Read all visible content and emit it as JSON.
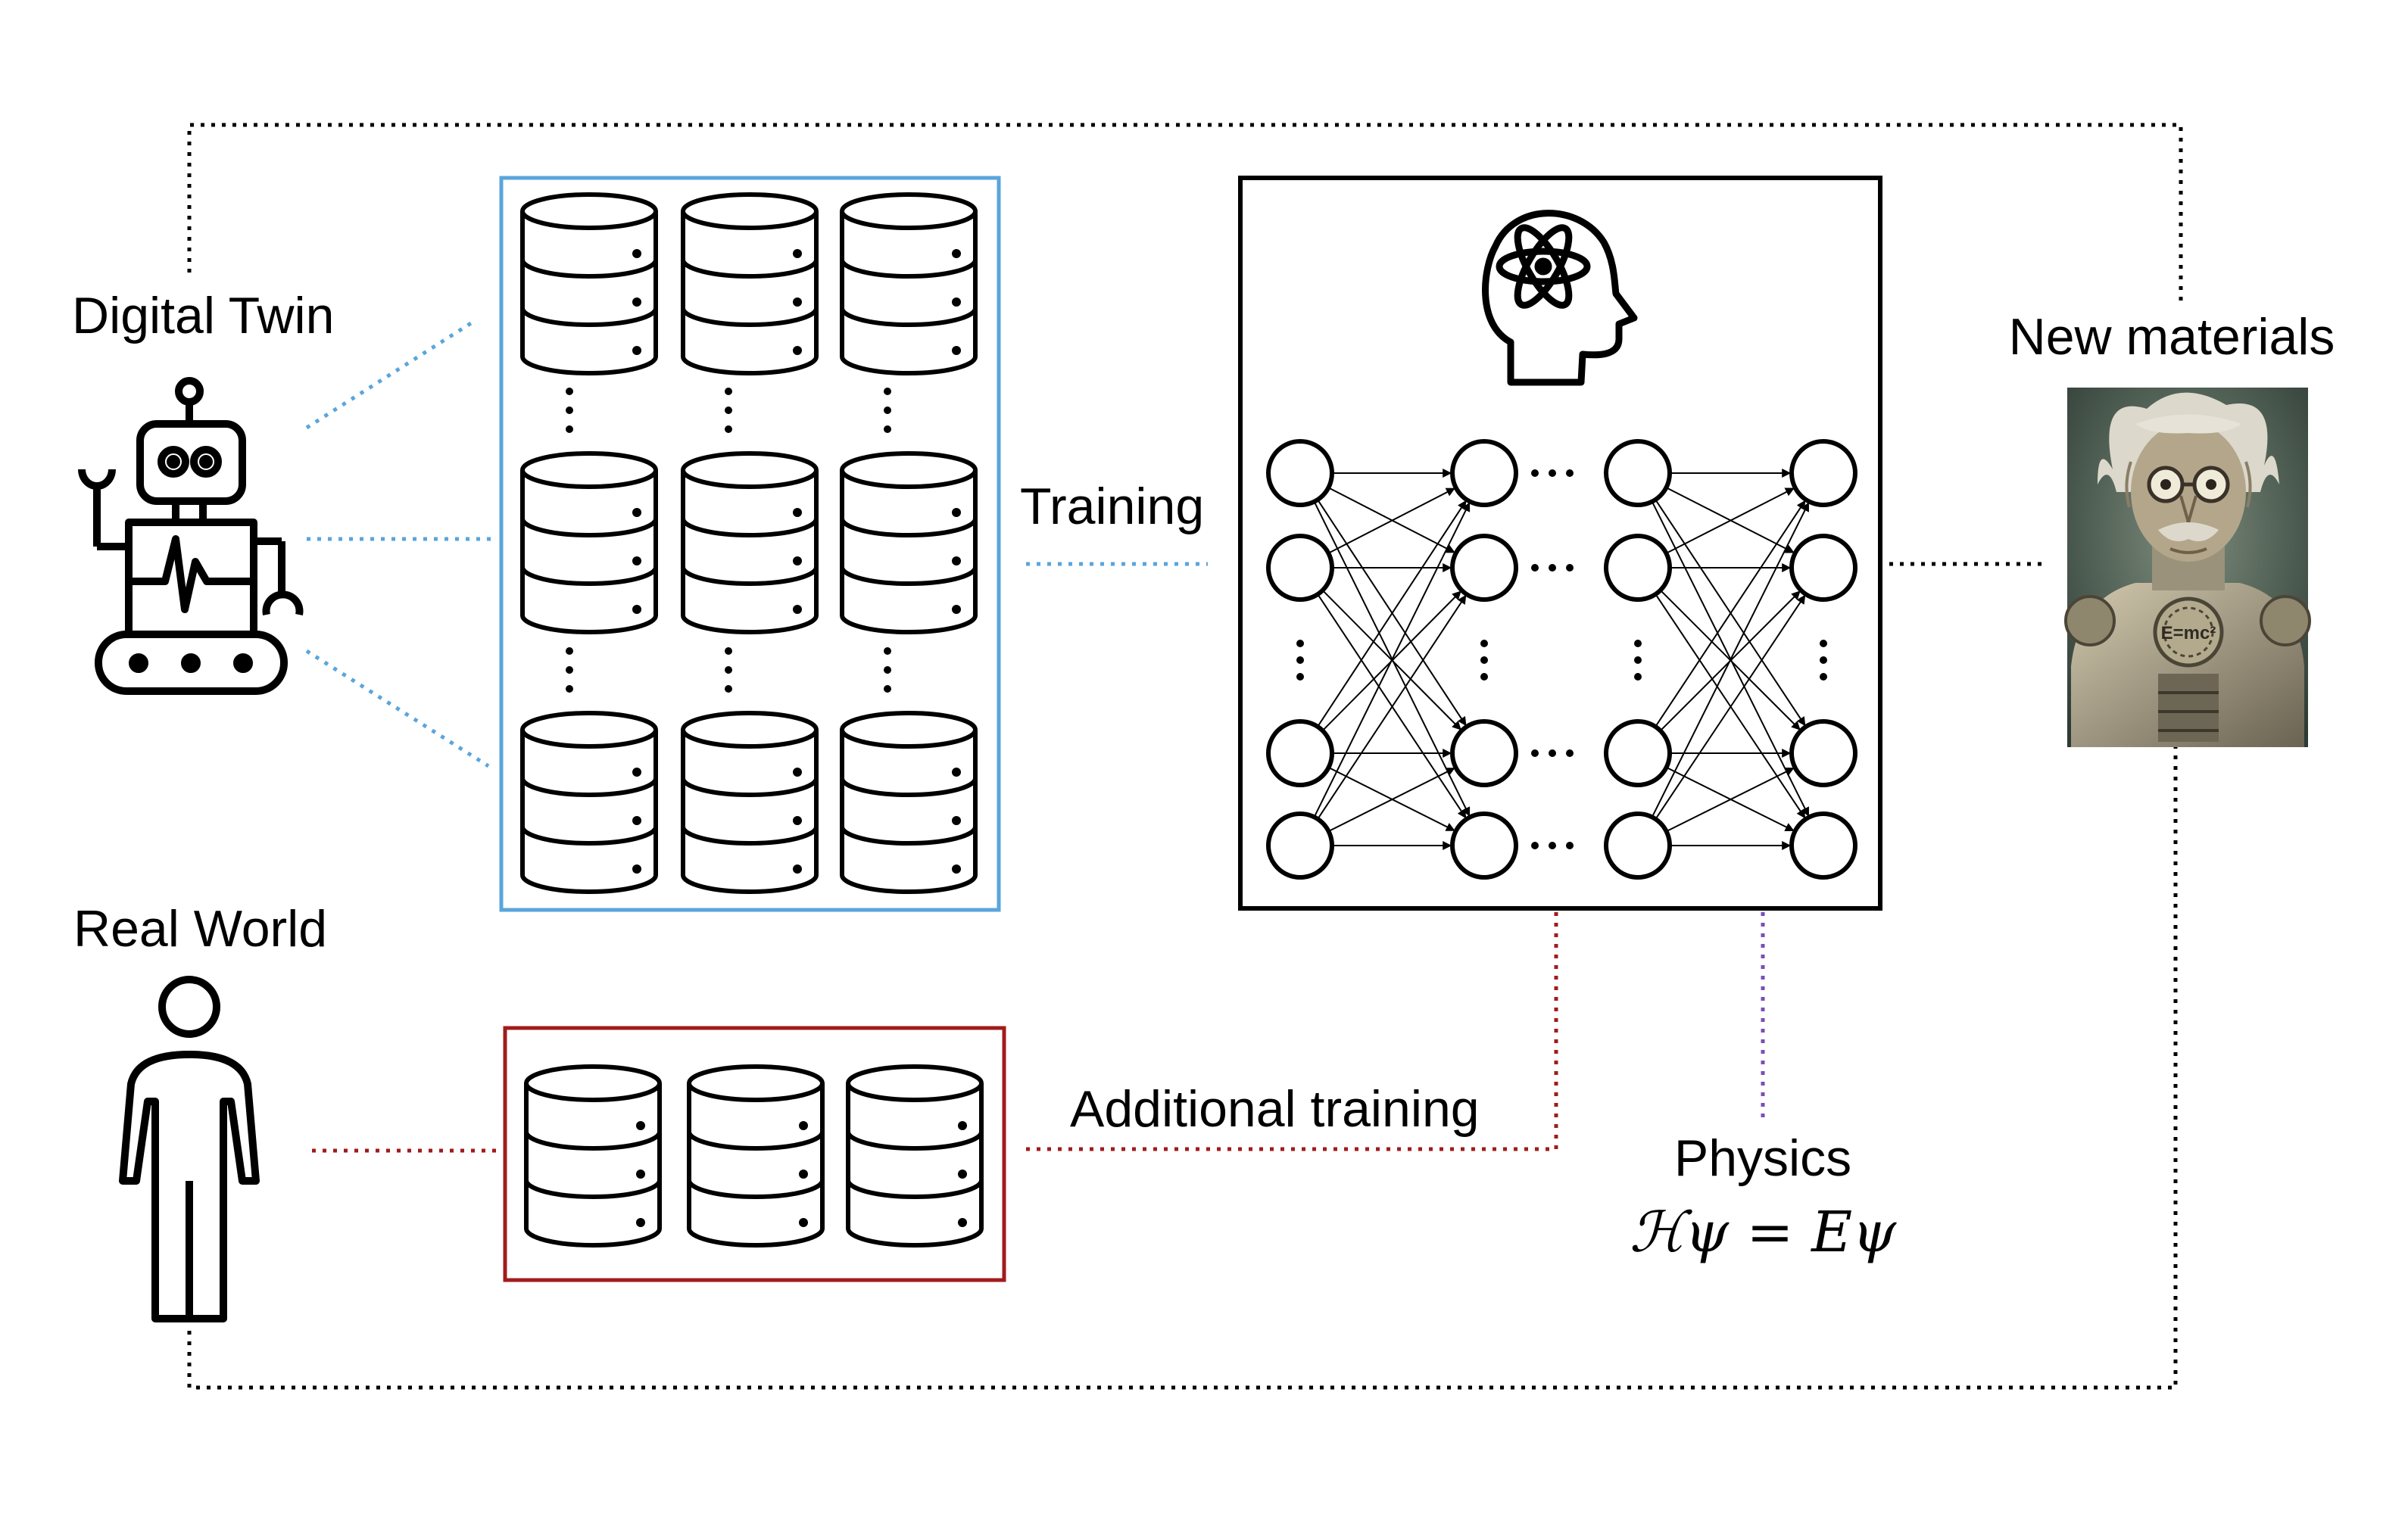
{
  "labels": {
    "digital_twin": "Digital Twin",
    "real_world": "Real World",
    "training": "Training",
    "additional_training": "Additional training",
    "physics": "Physics",
    "equation": "ℋψ = Eψ",
    "new_materials": "New materials",
    "portrait_badge": "E=mc²"
  },
  "colors": {
    "digital_link": "#5aa5dc",
    "real_link": "#a01c1c",
    "physics_link": "#7a4fb5",
    "feedback_loop": "#000000",
    "digital_box": "#5aa5dc",
    "real_box": "#a01c1c"
  },
  "icons": {
    "digital_twin": "robot-icon",
    "real_world": "person-icon",
    "dataset": "database-icon",
    "model": "brain-atom-icon",
    "output": "robot-scientist-portrait"
  }
}
